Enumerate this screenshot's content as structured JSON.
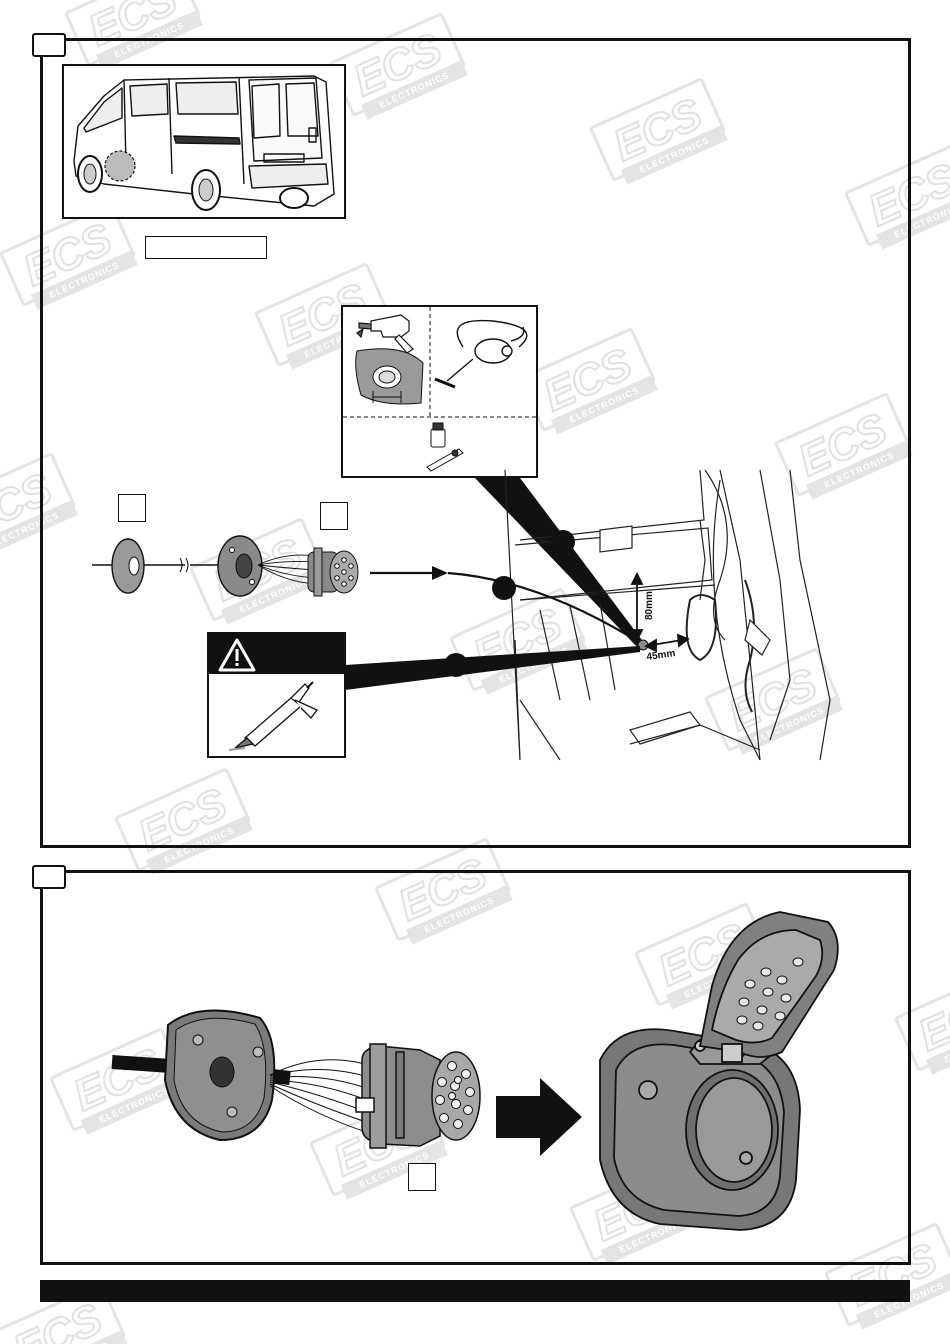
{
  "watermark": {
    "logo_text": "ECS",
    "sub_text": "ELECTRONICS"
  },
  "step1": {
    "dimensions": {
      "vertical": "80mm",
      "horizontal": "45mm"
    }
  },
  "colors": {
    "ink": "#111111",
    "watermark": "#888888",
    "grey_part": "#8a8a8a"
  },
  "icons": [
    "van-icon",
    "drill-icon",
    "hole-template-icon",
    "vacuum-cleaner-icon",
    "anti-corrosion-bottle-icon",
    "grommet-icon",
    "socket-plug-icon",
    "warning-icon",
    "sealant-gun-icon",
    "arrow-icon",
    "socket-housing-icon"
  ]
}
